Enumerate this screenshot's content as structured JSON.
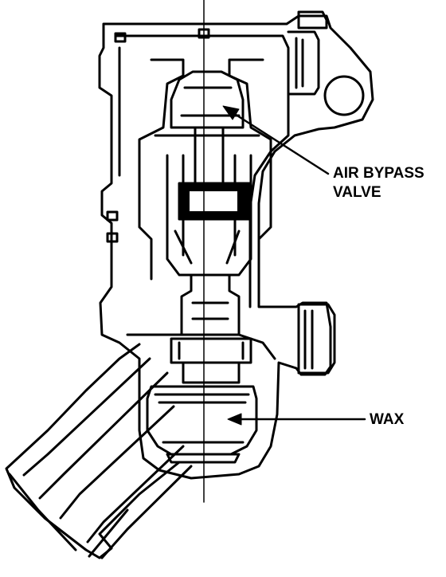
{
  "labels": {
    "air_bypass_line1": "AIR BYPASS",
    "air_bypass_line2": "VALVE",
    "wax": "WAX"
  },
  "colors": {
    "ink": "#000000",
    "paper": "#ffffff"
  }
}
